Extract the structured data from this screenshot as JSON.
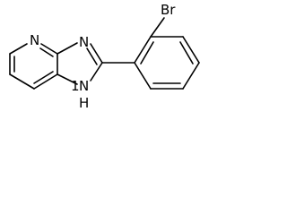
{
  "molecule": {
    "atoms": {
      "pyridine_n": "N",
      "imidazole_n": "N",
      "imidazole_nh": "H",
      "imidazole_nh_n": "N",
      "bromine": "Br",
      "hydrogen_1": "1"
    }
  }
}
